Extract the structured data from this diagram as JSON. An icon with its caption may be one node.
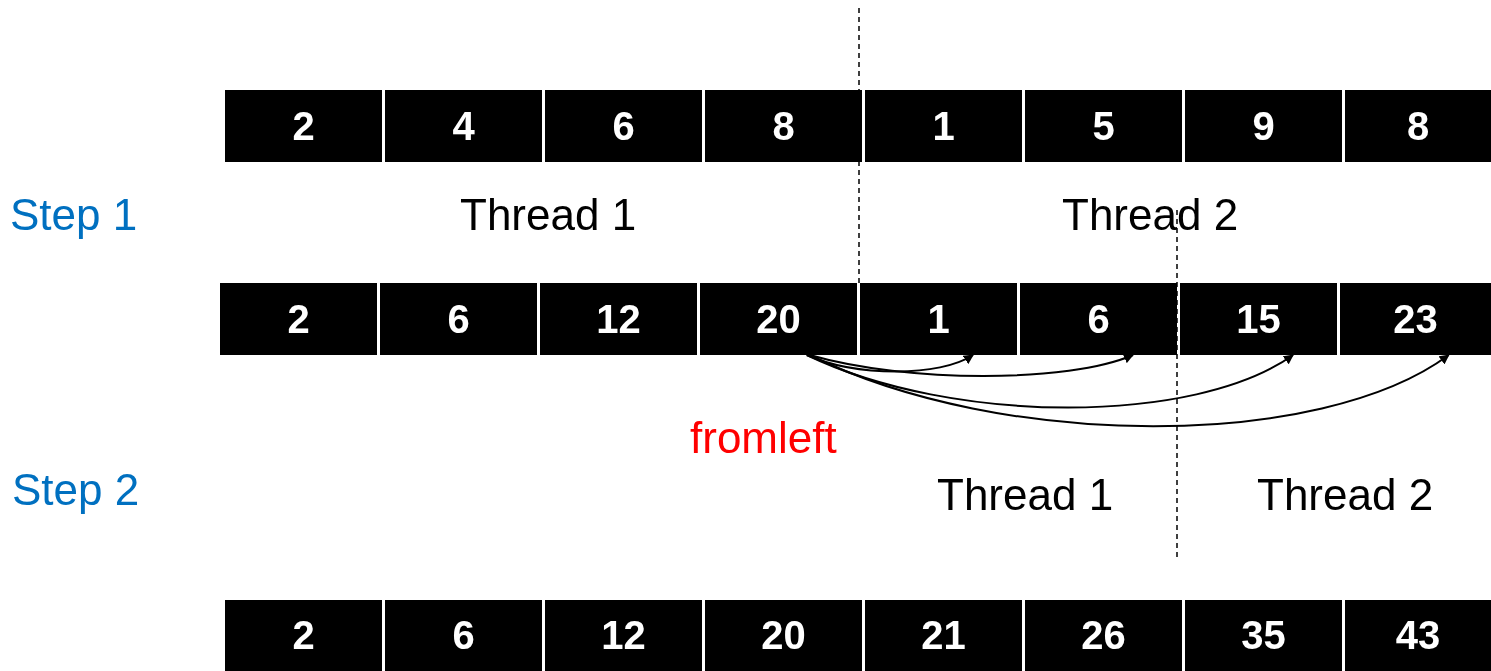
{
  "diagram": {
    "nodes": [
      {
        "text": [
          "2"
        ]
      },
      {
        "text": [
          "4"
        ]
      },
      {
        "text": [
          "6"
        ]
      },
      {
        "text": [
          "8"
        ]
      },
      {
        "text": [
          "1"
        ]
      },
      {
        "text": [
          "5"
        ]
      },
      {
        "text": [
          "9"
        ]
      },
      {
        "text": [
          "8"
        ]
      },
      {
        "text": [
          "2"
        ]
      },
      {
        "text": [
          "6"
        ]
      },
      {
        "text": [
          "12"
        ]
      },
      {
        "text": [
          "20"
        ]
      },
      {
        "text": [
          "1"
        ]
      },
      {
        "text": [
          "6"
        ]
      },
      {
        "text": [
          "15"
        ]
      },
      {
        "text": [
          "23"
        ]
      },
      {
        "text": [
          "2"
        ]
      },
      {
        "text": [
          "6"
        ]
      },
      {
        "text": [
          "12"
        ]
      },
      {
        "text": [
          "20"
        ]
      },
      {
        "text": [
          "21"
        ]
      },
      {
        "text": [
          "26"
        ]
      },
      {
        "text": [
          "35"
        ]
      },
      {
        "text": [
          "43"
        ]
      }
    ],
    "edges": [
      {
        "from": 11,
        "to": 12,
        "arrow": "to"
      },
      {
        "from": 11,
        "to": 13,
        "arrow": "to"
      },
      {
        "from": 11,
        "to": 14,
        "arrow": "to"
      },
      {
        "from": 11,
        "to": 15,
        "arrow": "to"
      }
    ],
    "labels": [
      "Step 1",
      "Thread 1",
      "Thread 2",
      "fromleft",
      "Step 2",
      "Thread 1",
      "Thread 2"
    ]
  }
}
